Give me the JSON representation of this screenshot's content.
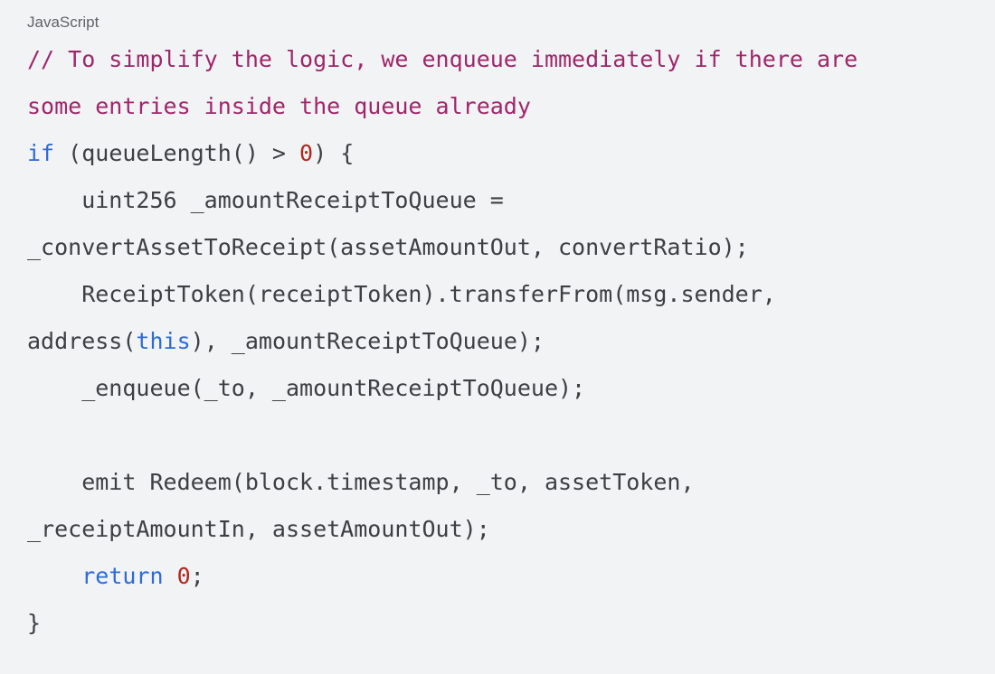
{
  "colors": {
    "background": "#f1f3f4",
    "label": "#5f6368",
    "plain": "#3c4043",
    "comment": "#a0266b",
    "keyword": "#2e6bd6",
    "number": "#b3261e"
  },
  "language_label": "JavaScript",
  "code_lines": [
    [
      {
        "t": "comment",
        "v": "// To simplify the logic, we enqueue immediately if there are"
      }
    ],
    [
      {
        "t": "comment",
        "v": "some entries inside the queue already"
      }
    ],
    [
      {
        "t": "keyword",
        "v": "if"
      },
      {
        "t": "plain",
        "v": " (queueLength() > "
      },
      {
        "t": "number",
        "v": "0"
      },
      {
        "t": "plain",
        "v": ") {"
      }
    ],
    [
      {
        "t": "plain",
        "v": "    uint256 _amountReceiptToQueue ="
      }
    ],
    [
      {
        "t": "plain",
        "v": "_convertAssetToReceipt(assetAmountOut, convertRatio);"
      }
    ],
    [
      {
        "t": "plain",
        "v": "    ReceiptToken(receiptToken).transferFrom(msg.sender,"
      }
    ],
    [
      {
        "t": "plain",
        "v": "address("
      },
      {
        "t": "keyword",
        "v": "this"
      },
      {
        "t": "plain",
        "v": "), _amountReceiptToQueue);"
      }
    ],
    [
      {
        "t": "plain",
        "v": "    _enqueue(_to, _amountReceiptToQueue);"
      }
    ],
    [
      {
        "t": "plain",
        "v": ""
      }
    ],
    [
      {
        "t": "plain",
        "v": "    emit Redeem(block.timestamp, _to, assetToken,"
      }
    ],
    [
      {
        "t": "plain",
        "v": "_receiptAmountIn, assetAmountOut);"
      }
    ],
    [
      {
        "t": "plain",
        "v": "    "
      },
      {
        "t": "keyword",
        "v": "return"
      },
      {
        "t": "plain",
        "v": " "
      },
      {
        "t": "number",
        "v": "0"
      },
      {
        "t": "plain",
        "v": ";"
      }
    ],
    [
      {
        "t": "plain",
        "v": "}"
      }
    ]
  ]
}
